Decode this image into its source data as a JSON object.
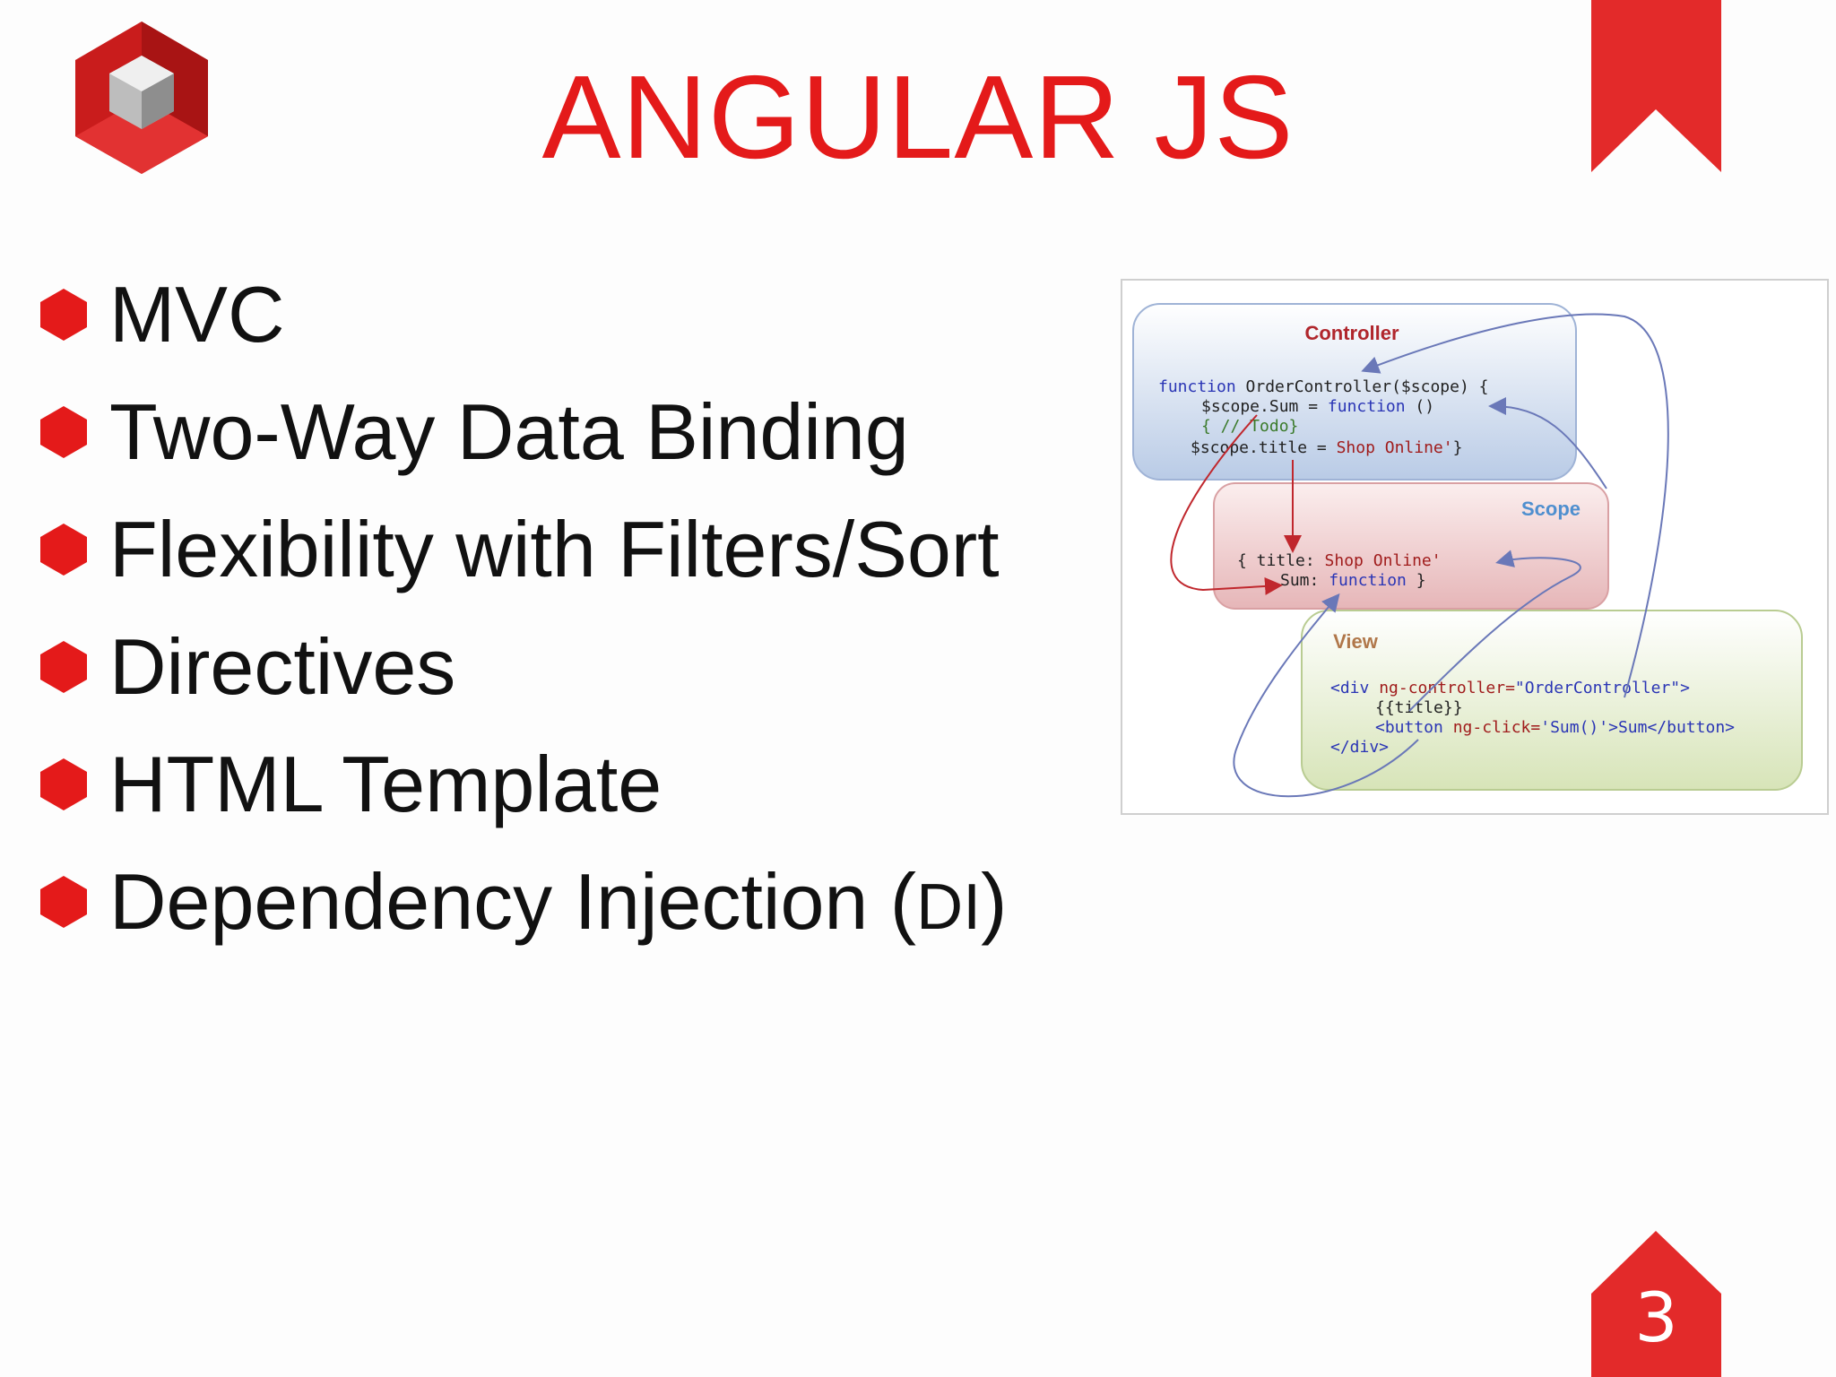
{
  "slide": {
    "title": "ANGULAR JS",
    "page_number": "3",
    "accent_color": "#e41a1a"
  },
  "logo": {
    "icon": "cube-hexagon-logo"
  },
  "bullets": [
    {
      "text": "MVC"
    },
    {
      "text": "Two-Way Data Binding"
    },
    {
      "text": "Flexibility with Filters/Sort"
    },
    {
      "text": "Directives"
    },
    {
      "text": "HTML Template"
    },
    {
      "text": "Dependency Injection (",
      "inner": "DI",
      "tail": ")"
    }
  ],
  "diagram": {
    "controller": {
      "label": "Controller",
      "code": [
        {
          "kw": "function",
          "rest": " OrderController($scope) {"
        },
        {
          "a": "$scope.Sum = ",
          "kw": "function",
          "b": " ()"
        },
        {
          "c": "{ // Todo}"
        },
        {
          "a": "$scope.title = ",
          "s": "Shop Online'",
          "b": "}"
        }
      ]
    },
    "scope": {
      "label": "Scope",
      "code": [
        {
          "a": "{    title: ",
          "s": "Shop Online'"
        },
        {
          "a": "Sum: ",
          "kw": "function",
          "b": " }"
        }
      ]
    },
    "view": {
      "label": "View",
      "code": [
        {
          "t1": "<div ",
          "attr": "ng-controller=",
          "val": "\"OrderController\"",
          "t2": ">"
        },
        {
          "t1": "{{title}}"
        },
        {
          "t1": "<button ",
          "attr": "ng-click=",
          "val": "'Sum()'",
          "t2": ">Sum</button>"
        },
        {
          "t1": "</div>"
        }
      ]
    }
  }
}
